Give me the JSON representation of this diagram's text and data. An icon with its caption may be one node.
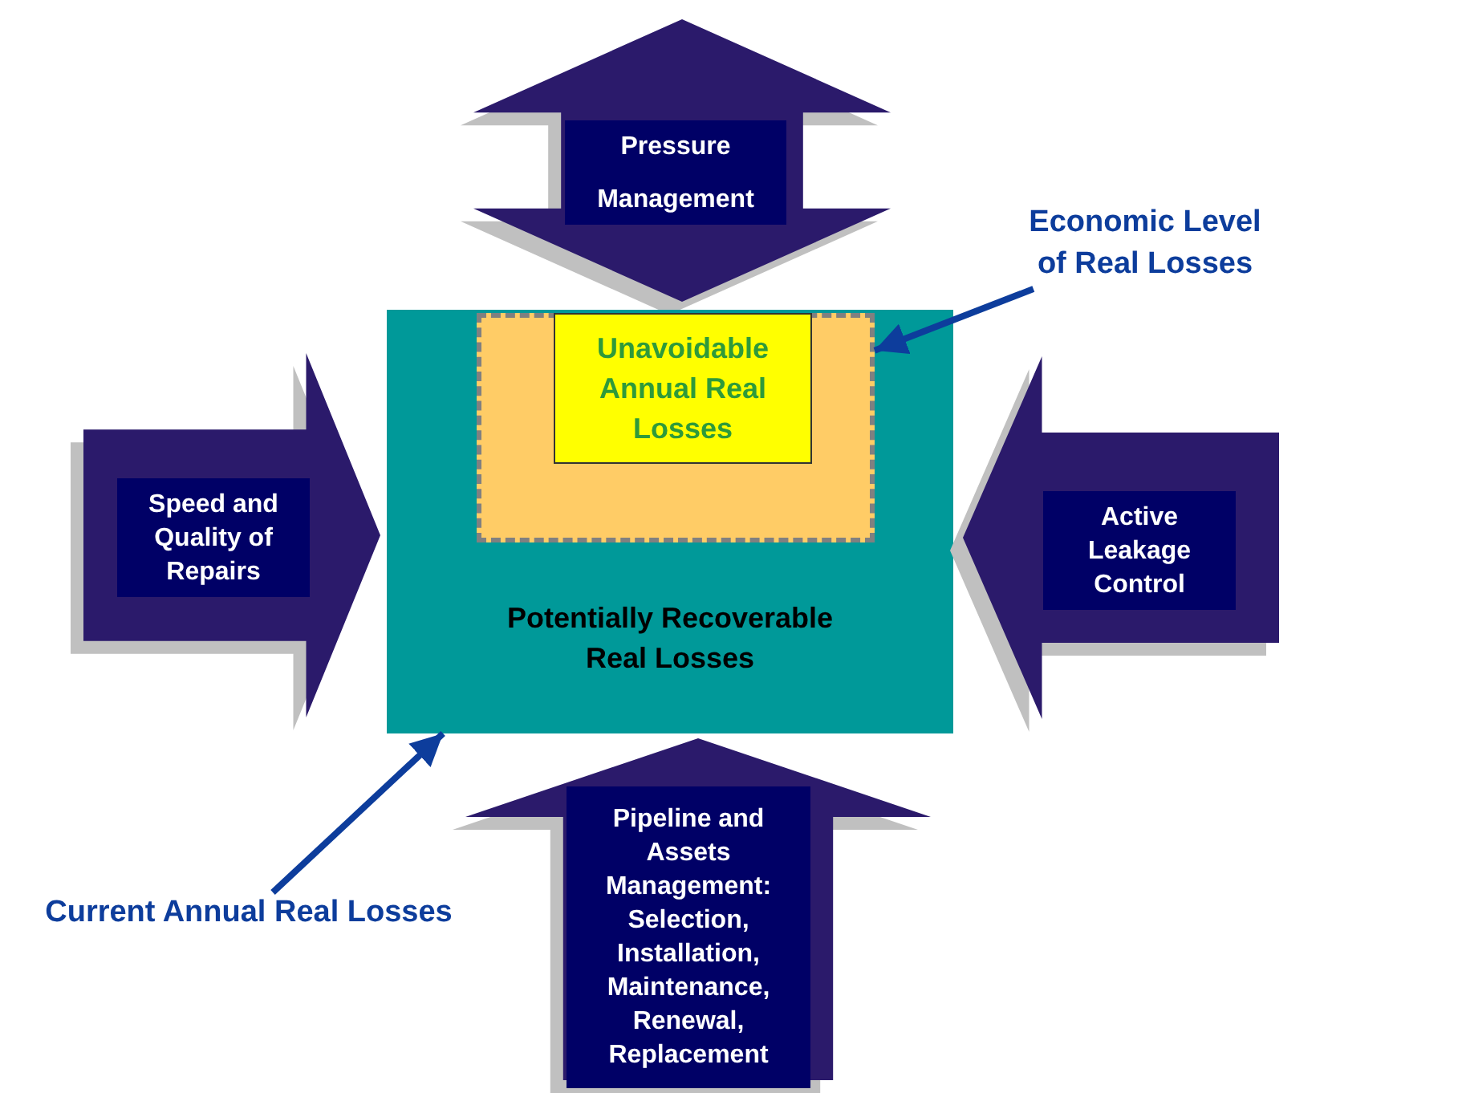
{
  "diagram": {
    "nodes": [
      {
        "text": [
          "Pressure Management"
        ]
      },
      {
        "text": [
          "Economic Level of Real Losses"
        ]
      },
      {
        "text": [
          "Potentially Recoverable Real Losses"
        ]
      },
      {
        "text": [],
        "shape": "box",
        "in": 2
      },
      {
        "text": [
          "Unavoidable Annual Real Losses"
        ],
        "in": 3
      },
      {
        "text": [
          "Speed and Quality of Repairs"
        ]
      },
      {
        "text": [
          "Active Leakage Control"
        ]
      },
      {
        "text": [
          "Pipeline and Assets Management: Selection, Installation, Maintenance, Renewal, Replacement"
        ]
      },
      {
        "text": [
          "Current Annual Real Losses"
        ]
      }
    ],
    "edges": [
      {
        "from": 1,
        "to": 3,
        "arrow": "to"
      },
      {
        "from": 8,
        "to": 2,
        "arrow": "to"
      }
    ]
  }
}
